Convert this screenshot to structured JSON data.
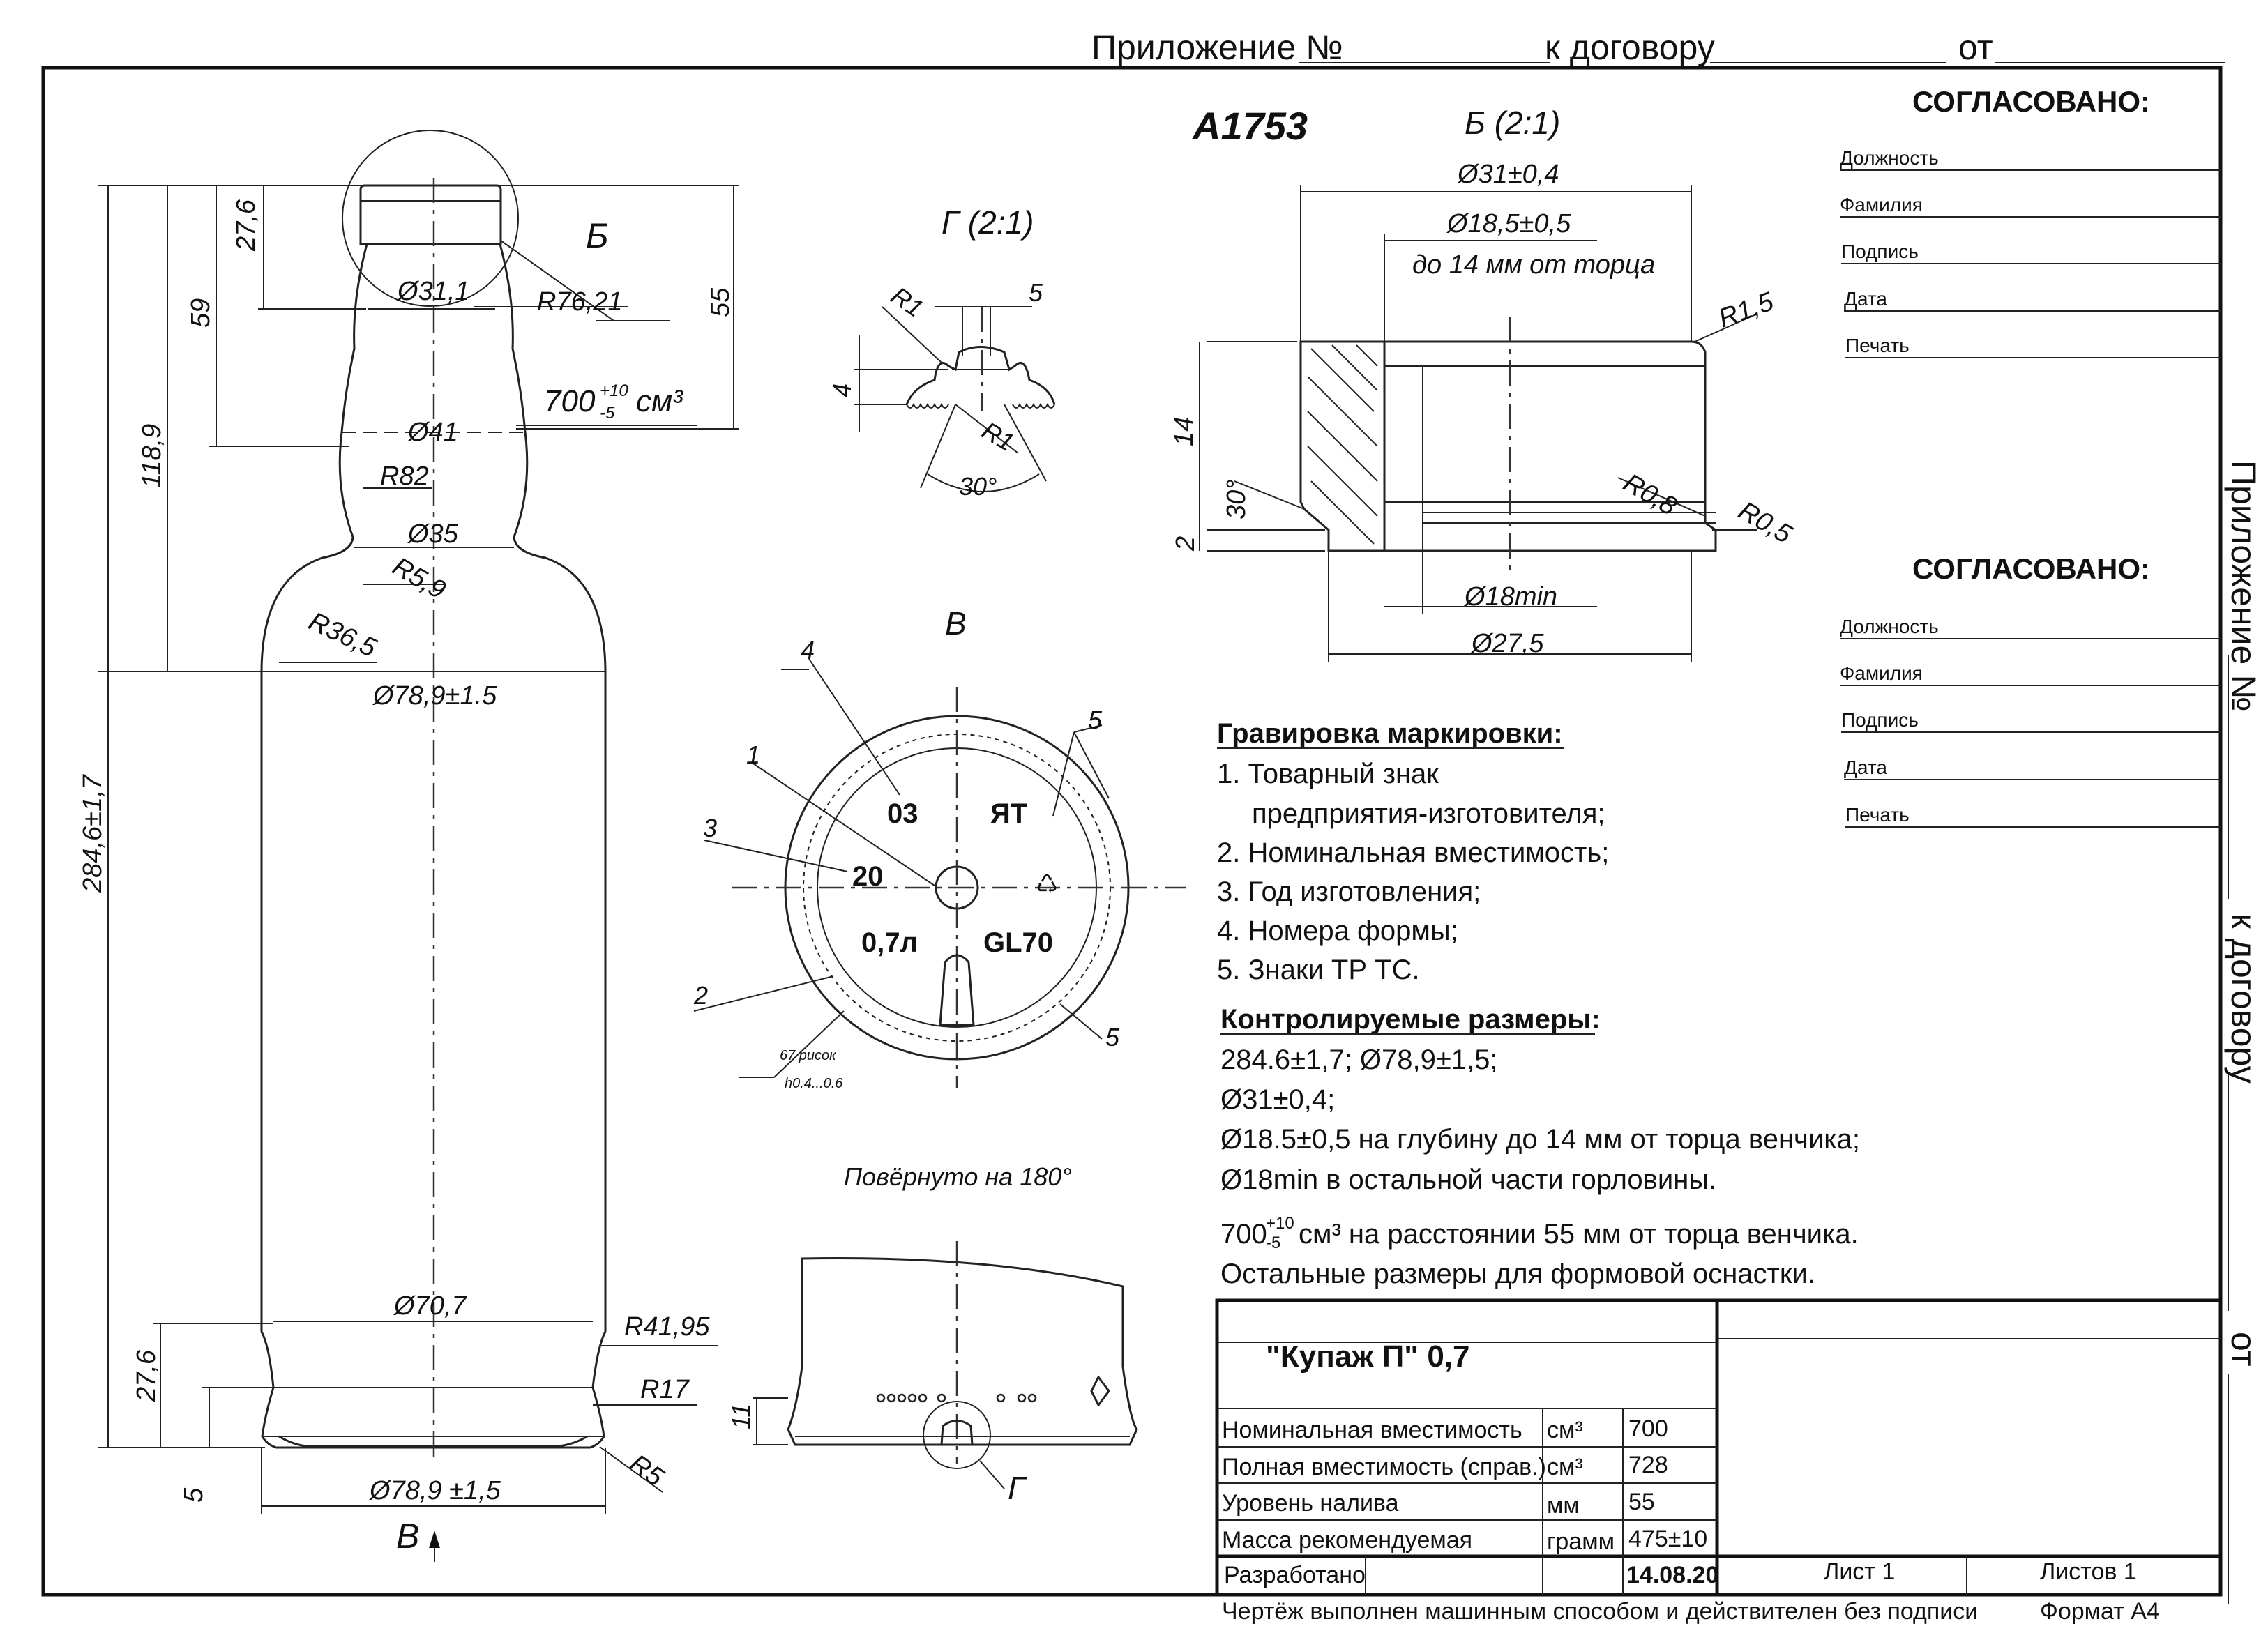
{
  "header": {
    "appendix_label": "Приложение №",
    "contract_label": "к  договору",
    "from_label": "от"
  },
  "side_header": {
    "appendix_label": "Приложение №",
    "contract_label": "к  договору",
    "from_label": "от"
  },
  "approval_blocks": [
    {
      "title": "СОГЛАСОВАНО:",
      "fields": [
        "Должность",
        "Фамилия",
        "Подпись",
        "Дата",
        "Печать"
      ]
    },
    {
      "title": "СОГЛАСОВАНО:",
      "fields": [
        "Должность",
        "Фамилия",
        "Подпись",
        "Дата",
        "Печать"
      ]
    }
  ],
  "drawing": {
    "code": "A1753",
    "bottle_dims": {
      "neck_h": "27,6",
      "d_top": "Ø31,1",
      "h59": "59",
      "h55": "55",
      "r76": "R76,21",
      "vol_main": "700",
      "vol_sup": "+10",
      "vol_sub": "-5",
      "vol_unit": "см³",
      "d41": "Ø41",
      "r82": "R82",
      "h118": "118,9",
      "d35": "Ø35",
      "r59": "R5,9",
      "r365": "R36,5",
      "d789": "Ø78,9±1.5",
      "h284": "284,6±1,7",
      "d707": "Ø70,7",
      "r4195": "R41,95",
      "h276": "27,6",
      "r17": "R17",
      "h5": "5",
      "r5": "R5",
      "d789b": "Ø78,9 ±1,5",
      "view_b": "Б",
      "view_v": "В"
    },
    "view_g": {
      "title": "Г (2:1)",
      "r1a": "R1",
      "d5": "5",
      "h4": "4",
      "r1b": "R1",
      "ang": "30°"
    },
    "view_b_detail": {
      "title": "Б (2:1)",
      "d31": "Ø31±0,4",
      "d185": "Ø18,5±0,5",
      "note": "до  14  мм от торца",
      "r15": "R1,5",
      "h14": "14",
      "ang30": "30°",
      "h2": "2",
      "r08": "R0,8",
      "r05": "R0,5",
      "d18": "Ø18min",
      "d275": "Ø27,5"
    },
    "view_v_detail": {
      "title": "В",
      "c1": "1",
      "c2": "2",
      "c3": "3",
      "c4": "4",
      "c5a": "5",
      "c5b": "5",
      "mold": "03",
      "logo": "ЯT",
      "year": "20",
      "volume": "0,7л",
      "gl": "GL70",
      "risk1": "67  рисок",
      "risk2": "h0.4...0.6"
    },
    "rotated": {
      "title": "Повёрнуто на  180°",
      "h11": "11",
      "g": "Г"
    }
  },
  "engraving": {
    "title": "Гравировка маркировки:",
    "items": [
      "1. Товарный знак",
      "    предприятия-изготовителя;",
      "2. Номинальная вместимость;",
      "3. Год изготовления;",
      "4. Номера формы;",
      "5. Знаки ТР ТС."
    ]
  },
  "controlled": {
    "title": "Контролируемые размеры:",
    "lines": [
      "284.6±1,7; Ø78,9±1,5;",
      "Ø31±0,4;",
      "Ø18.5±0,5 на глубину до 14 мм от торца венчика;",
      "Ø18min в остальной части горловины."
    ],
    "vol_main": "700",
    "vol_sup": "+10",
    "vol_sub": "-5",
    "vol_rest": "см³ на расстоянии 55 мм от торца венчика.",
    "last": "Остальные размеры для формовой оснастки."
  },
  "title_block": {
    "name": "\"Купаж П\" 0,7",
    "rows": [
      {
        "label": "Номинальная вместимость",
        "unit": "см³",
        "value": "700"
      },
      {
        "label": "Полная вместимость (справ.)",
        "unit": "см³",
        "value": "728"
      },
      {
        "label": "Уровень налива",
        "unit": "мм",
        "value": "55"
      },
      {
        "label": "Масса рекомендуемая",
        "unit": "грамм",
        "value": "475±10"
      }
    ],
    "developed": "Разработано",
    "date": "14.08.20",
    "sheet": "Лист 1",
    "sheets": "Листов 1"
  },
  "footer": {
    "note": "Чертёж выполнен машинным способом и действителен без подписи",
    "format": "Формат А4"
  }
}
